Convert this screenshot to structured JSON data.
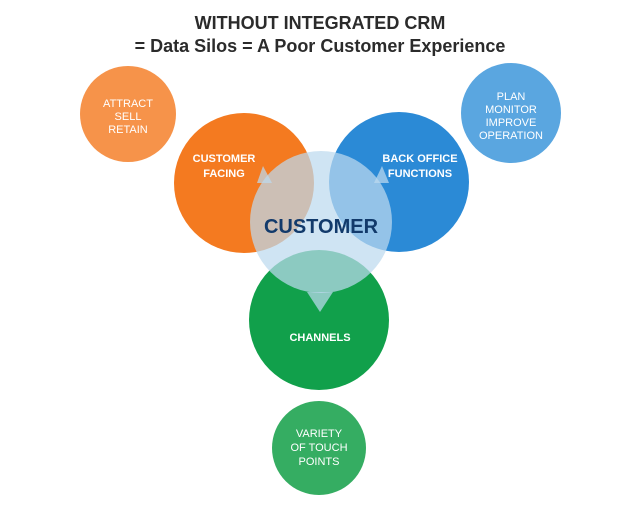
{
  "title": {
    "line1": "WITHOUT INTEGRATED CRM",
    "line2": "= Data Silos = A Poor Customer Experience"
  },
  "center": {
    "label": "CUSTOMER"
  },
  "silos": {
    "customer_facing": {
      "line1": "CUSTOMER",
      "line2": "FACING"
    },
    "back_office": {
      "line1": "BACK OFFICE",
      "line2": "FUNCTIONS"
    },
    "channels": {
      "label": "CHANNELS"
    }
  },
  "satellites": {
    "attract": {
      "line1": "ATTRACT",
      "line2": "SELL",
      "line3": "RETAIN"
    },
    "plan": {
      "line1": "PLAN",
      "line2": "MONITOR",
      "line3": "IMPROVE",
      "line4": "OPERATION"
    },
    "touch": {
      "line1": "VARIETY",
      "line2": "OF TOUCH",
      "line3": "POINTS"
    }
  },
  "colors": {
    "orange": "#f47a20",
    "orange_light": "#f6934a",
    "blue": "#2b8ad6",
    "blue_light": "#5aa6e0",
    "green": "#11a04b",
    "green_light": "#35ad62",
    "center_overlay": "#bcd9ef",
    "center_text": "#123a6b"
  }
}
